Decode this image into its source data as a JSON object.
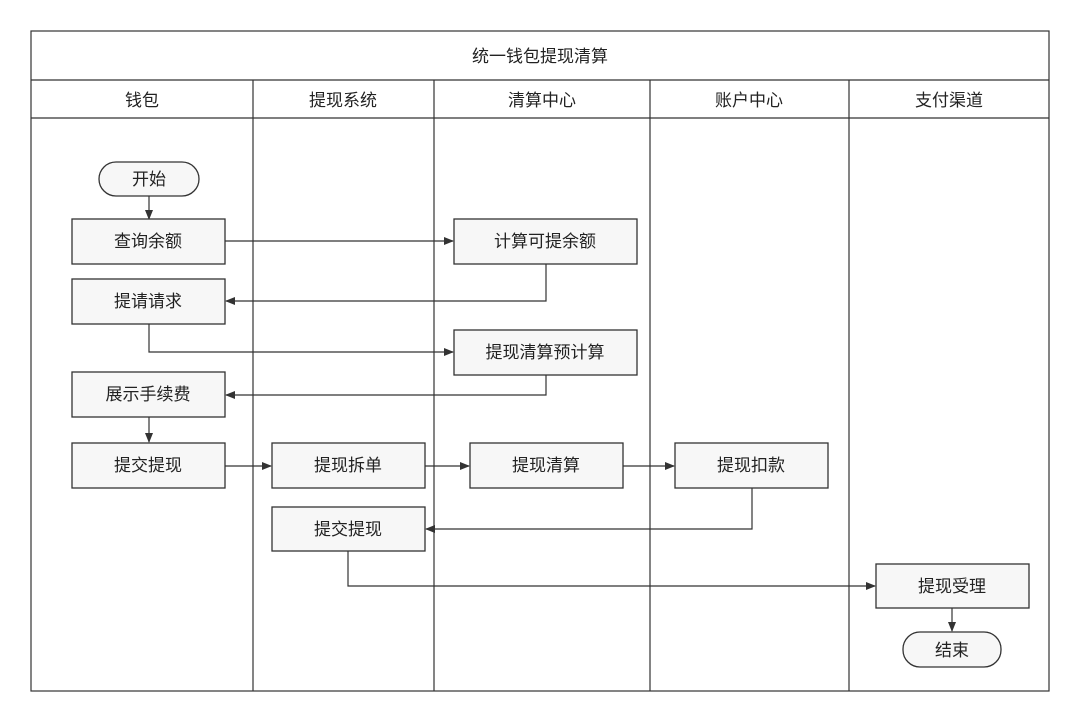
{
  "title": "统一钱包提现清算",
  "lanes": [
    {
      "id": "wallet",
      "label": "钱包"
    },
    {
      "id": "withdraw",
      "label": "提现系统"
    },
    {
      "id": "clearing",
      "label": "清算中心"
    },
    {
      "id": "account",
      "label": "账户中心"
    },
    {
      "id": "payment",
      "label": "支付渠道"
    }
  ],
  "nodes": {
    "start": {
      "label": "开始",
      "shape": "terminal"
    },
    "query_balance": {
      "label": "查询余额",
      "shape": "process"
    },
    "calc_balance": {
      "label": "计算可提余额",
      "shape": "process"
    },
    "request": {
      "label": "提请请求",
      "shape": "process"
    },
    "precalc": {
      "label": "提现清算预计算",
      "shape": "process"
    },
    "show_fee": {
      "label": "展示手续费",
      "shape": "process"
    },
    "submit_wallet": {
      "label": "提交提现",
      "shape": "process"
    },
    "split": {
      "label": "提现拆单",
      "shape": "process"
    },
    "clear": {
      "label": "提现清算",
      "shape": "process"
    },
    "deduct": {
      "label": "提现扣款",
      "shape": "process"
    },
    "submit_sys": {
      "label": "提交提现",
      "shape": "process"
    },
    "accept": {
      "label": "提现受理",
      "shape": "process"
    },
    "end": {
      "label": "结束",
      "shape": "terminal"
    }
  },
  "edges": [
    {
      "from": "start",
      "to": "query_balance"
    },
    {
      "from": "query_balance",
      "to": "calc_balance"
    },
    {
      "from": "calc_balance",
      "to": "request"
    },
    {
      "from": "request",
      "to": "precalc"
    },
    {
      "from": "precalc",
      "to": "show_fee"
    },
    {
      "from": "show_fee",
      "to": "submit_wallet"
    },
    {
      "from": "submit_wallet",
      "to": "split"
    },
    {
      "from": "split",
      "to": "clear"
    },
    {
      "from": "clear",
      "to": "deduct"
    },
    {
      "from": "deduct",
      "to": "submit_sys"
    },
    {
      "from": "submit_sys",
      "to": "accept"
    },
    {
      "from": "accept",
      "to": "end"
    }
  ]
}
